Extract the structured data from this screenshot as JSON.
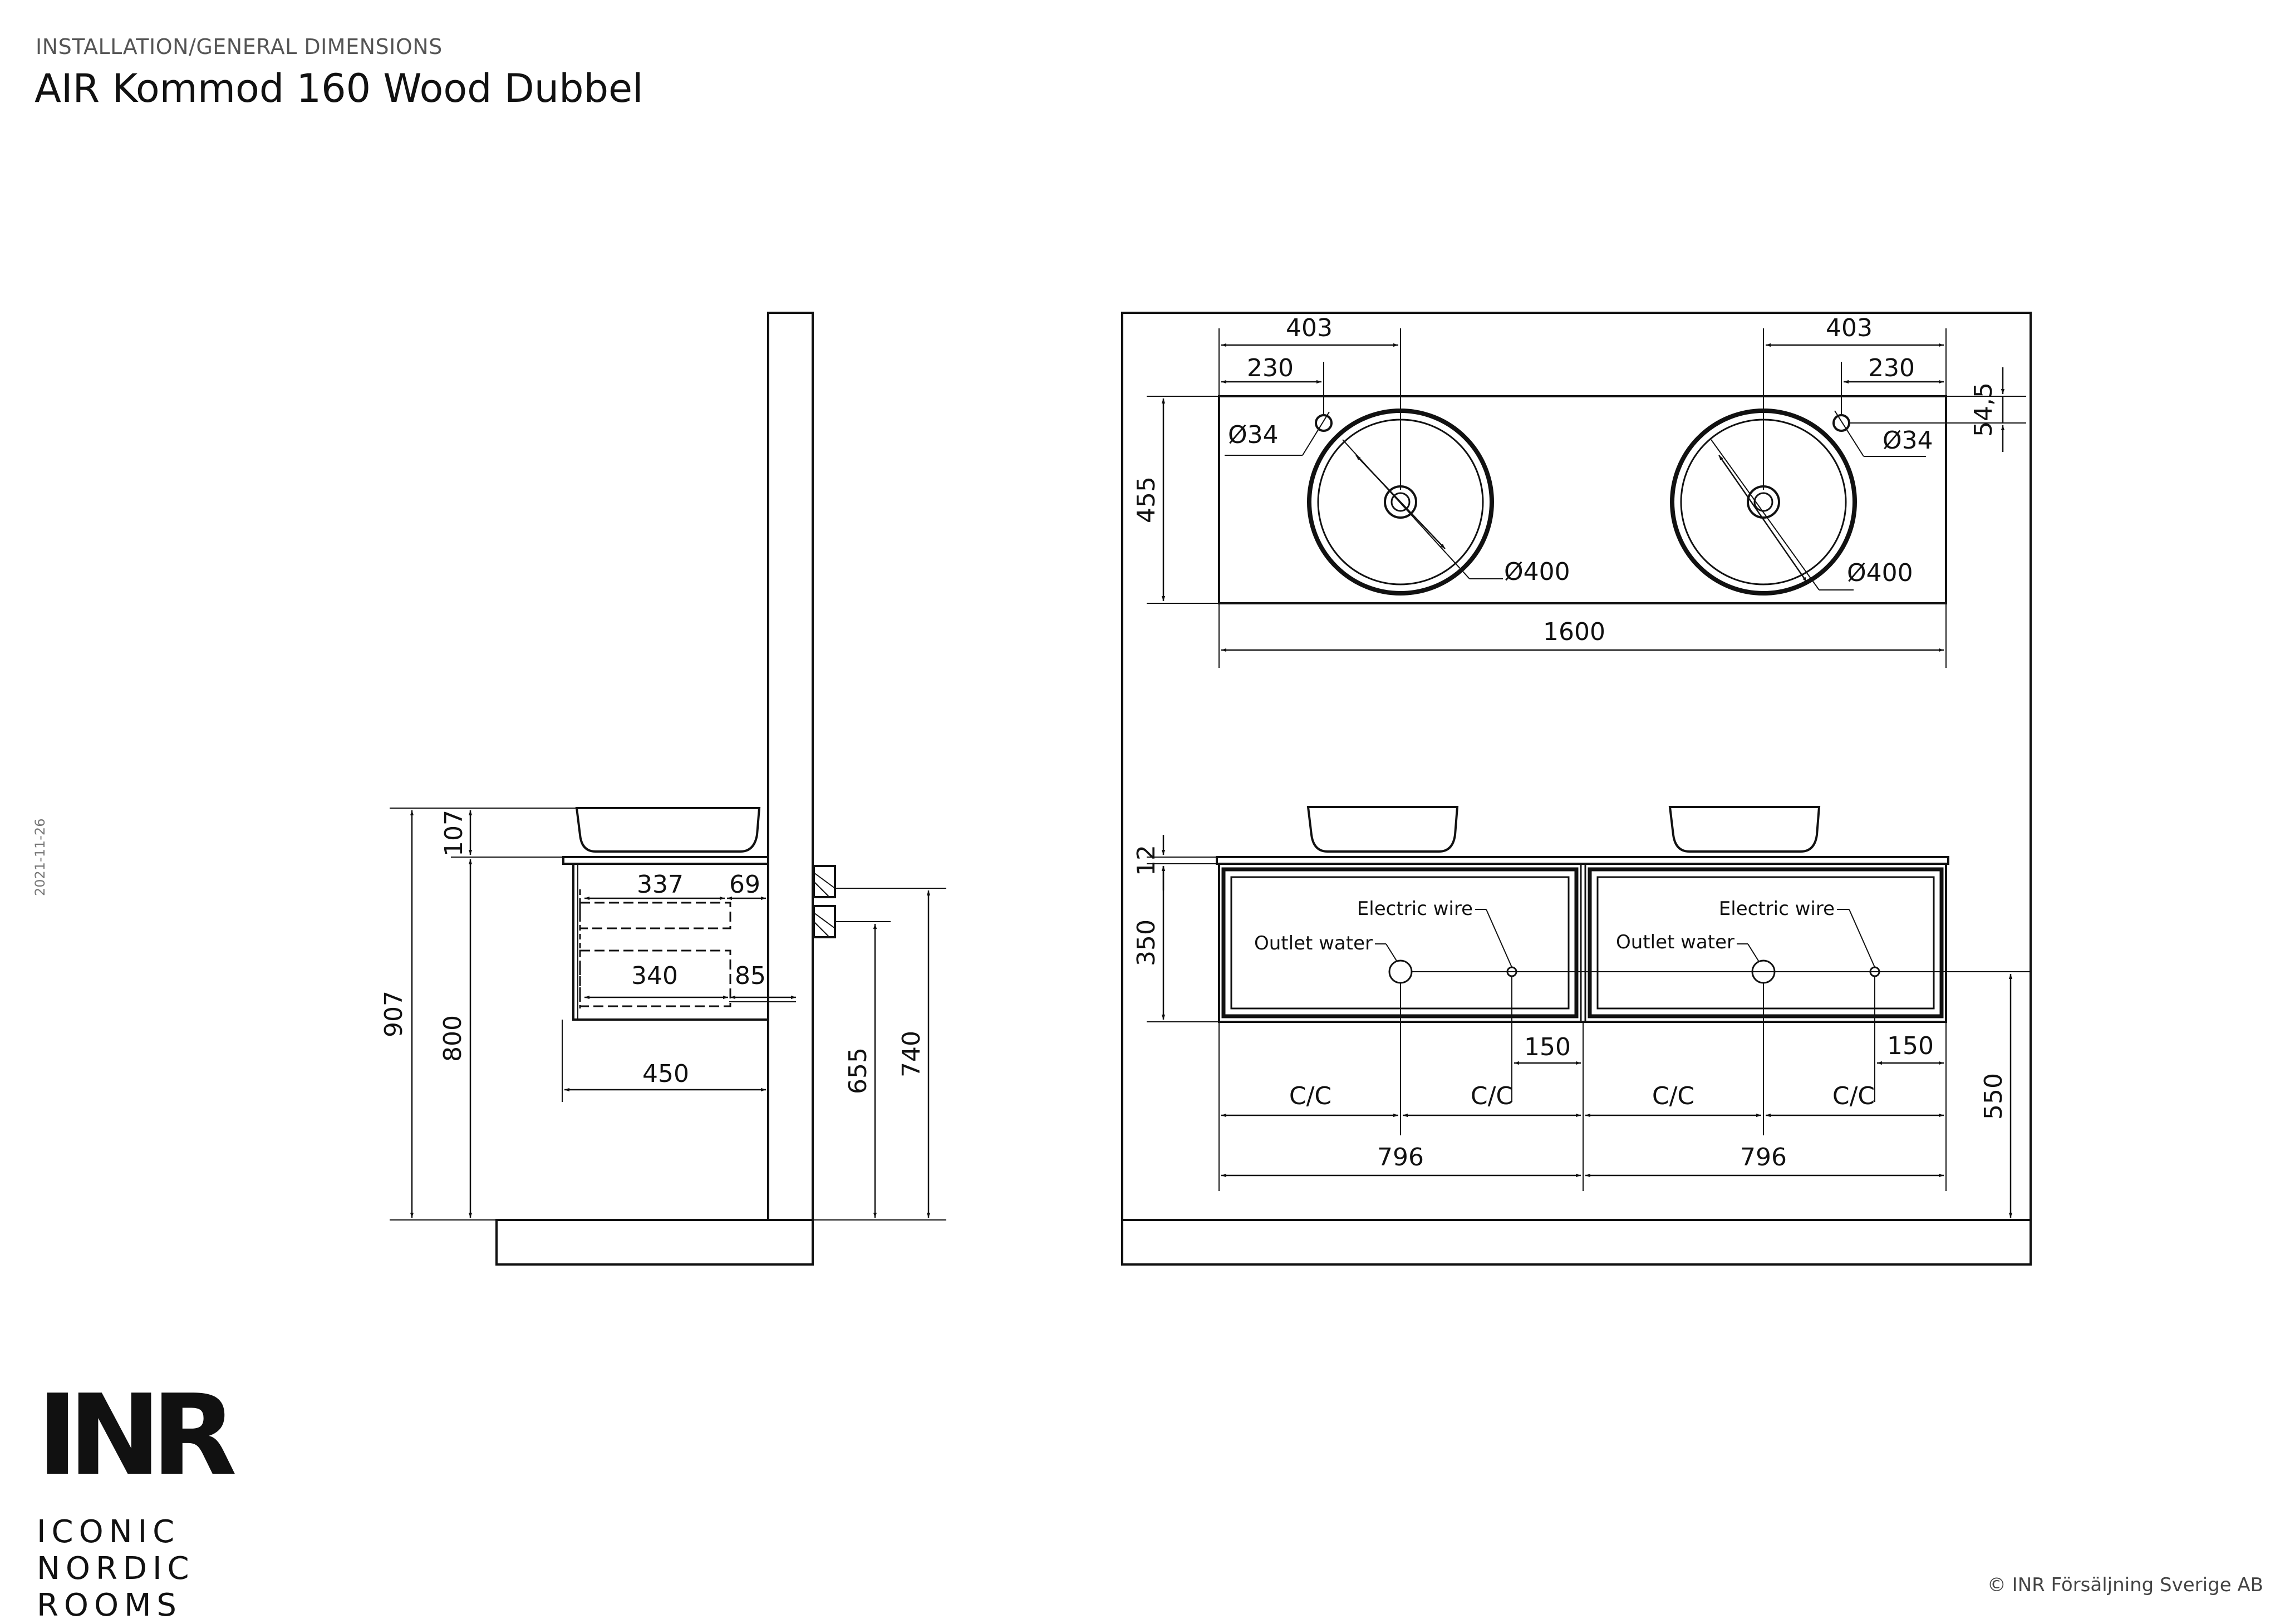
{
  "header": {
    "subtitle": "INSTALLATION/GENERAL DIMENSIONS",
    "title": "AIR Kommod 160 Wood Dubbel"
  },
  "side_date": "2021-11-26",
  "side_view": {
    "dims": {
      "d107": "107",
      "d907": "907",
      "d800": "800",
      "d337": "337",
      "d69": "69",
      "d340": "340",
      "d85": "85",
      "d450": "450",
      "d655": "655",
      "d740": "740"
    }
  },
  "top_view": {
    "dims": {
      "d403_left": "403",
      "d230_left": "230",
      "d403_right": "403",
      "d230_right": "230",
      "d54_5": "54,5",
      "d455": "455",
      "tap_left": "Ø34",
      "tap_right": "Ø34",
      "basin_left": "Ø400",
      "basin_right": "Ø400",
      "d1600": "1600"
    }
  },
  "front_view": {
    "labels": {
      "electric_left": "Electric wire",
      "outlet_left": "Outlet water",
      "electric_right": "Electric wire",
      "outlet_right": "Outlet water"
    },
    "dims": {
      "d12": "12",
      "d350": "350",
      "d150_left": "150",
      "d150_right": "150",
      "cc1": "C/C",
      "cc2": "C/C",
      "cc3": "C/C",
      "cc4": "C/C",
      "d796_left": "796",
      "d796_right": "796",
      "d550": "550"
    }
  },
  "logo": {
    "mark": "INR",
    "line1": "ICONIC",
    "line2": "NORDIC",
    "line3": "ROOMS"
  },
  "copyright": "© INR Försäljning Sverige AB"
}
